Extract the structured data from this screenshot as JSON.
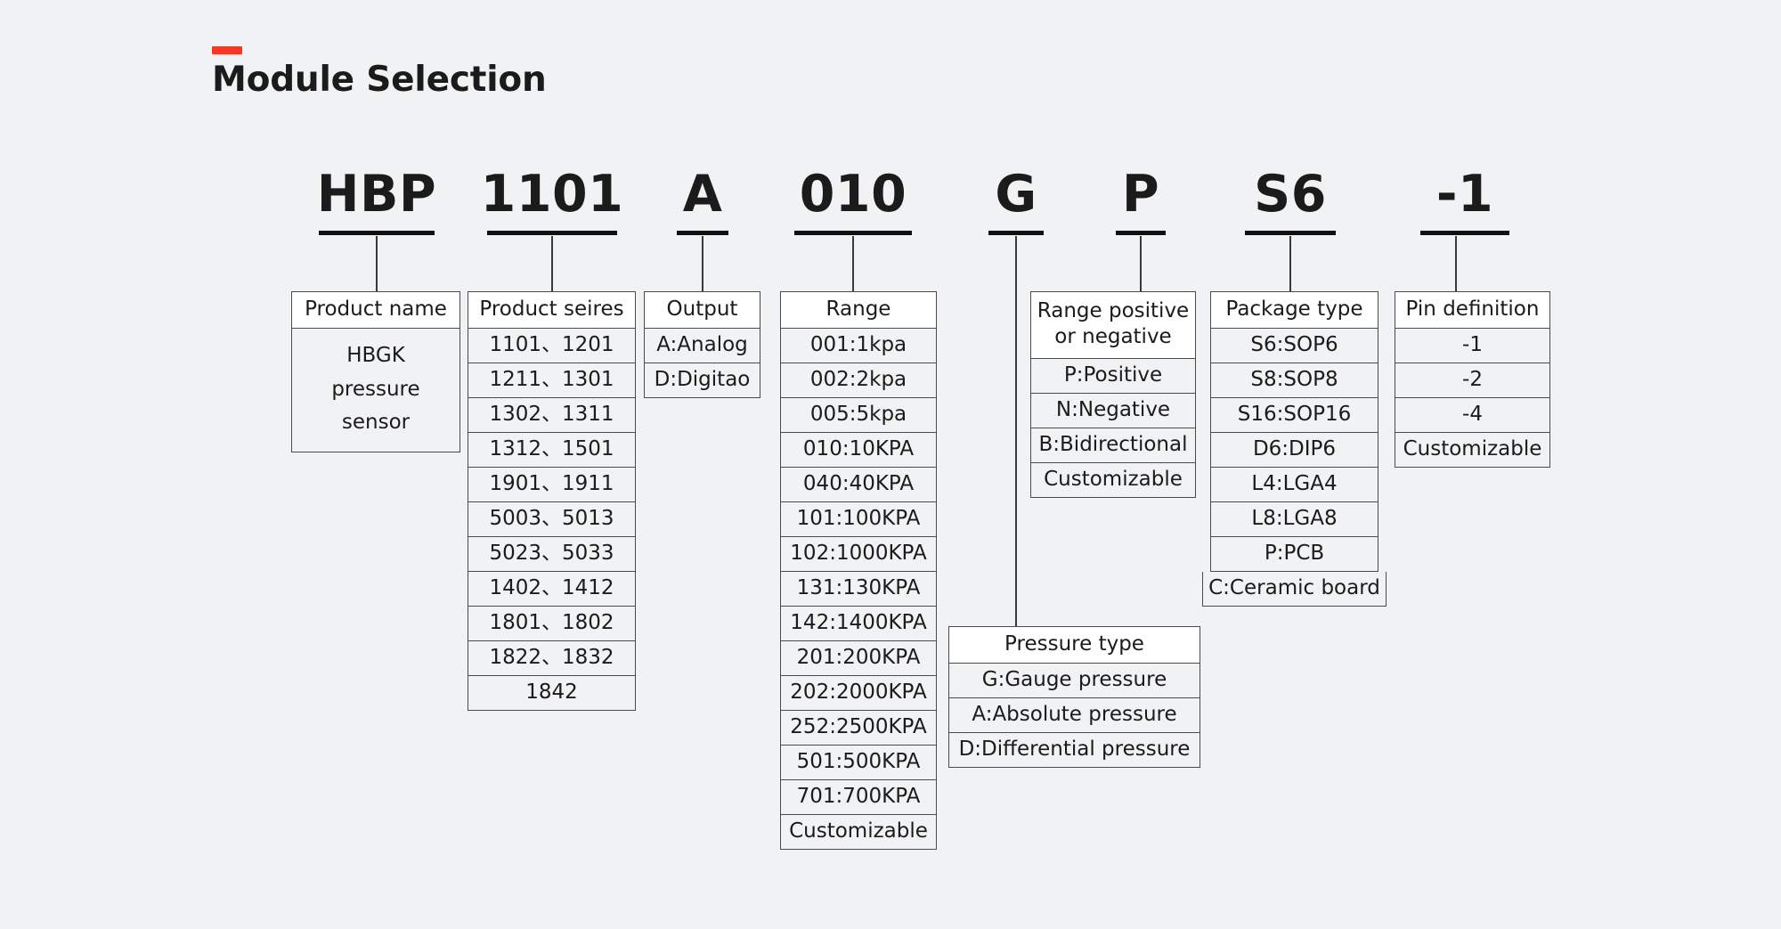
{
  "page": {
    "title": "Module Selection",
    "accent_color": "#f53823",
    "background_color": "#f1f2f4"
  },
  "part_number": {
    "segments": [
      {
        "code": "HBP",
        "name": "product-name"
      },
      {
        "code": "1101",
        "name": "product-series"
      },
      {
        "code": "A",
        "name": "output"
      },
      {
        "code": "010",
        "name": "range"
      },
      {
        "code": "G",
        "name": "pressure-type"
      },
      {
        "code": "P",
        "name": "range-polarity"
      },
      {
        "code": "S6",
        "name": "package-type"
      },
      {
        "code": "-1",
        "name": "pin-definition"
      }
    ]
  },
  "columns": {
    "product_name": {
      "header": "Product name",
      "rows": [
        "HBGK",
        "pressure",
        "sensor"
      ]
    },
    "product_series": {
      "header": "Product seires",
      "rows": [
        "1101、1201",
        "1211、1301",
        "1302、1311",
        "1312、1501",
        "1901、1911",
        "5003、5013",
        "5023、5033",
        "1402、1412",
        "1801、1802",
        "1822、1832",
        "1842"
      ]
    },
    "output": {
      "header": "Output",
      "rows": [
        "A:Analog",
        "D:Digitao"
      ]
    },
    "range": {
      "header": "Range",
      "rows": [
        "001:1kpa",
        "002:2kpa",
        "005:5kpa",
        "010:10KPA",
        "040:40KPA",
        "101:100KPA",
        "102:1000KPA",
        "131:130KPA",
        "142:1400KPA",
        "201:200KPA",
        "202:2000KPA",
        "252:2500KPA",
        "501:500KPA",
        "701:700KPA",
        "Customizable"
      ]
    },
    "pressure_type": {
      "header": "Pressure type",
      "rows": [
        "G:Gauge pressure",
        "A:Absolute pressure",
        "D:Differential pressure"
      ]
    },
    "range_polarity": {
      "header_line1": "Range positive",
      "header_line2": "or negative",
      "rows": [
        "P:Positive",
        "N:Negative",
        "B:Bidirectional",
        "Customizable"
      ]
    },
    "package_type": {
      "header": "Package type",
      "rows": [
        "S6:SOP6",
        "S8:SOP8",
        "S16:SOP16",
        "D6:DIP6",
        "L4:LGA4",
        "L8:LGA8",
        "P:PCB",
        "C:Ceramic board"
      ]
    },
    "pin_definition": {
      "header": "Pin definition",
      "rows": [
        "-1",
        "-2",
        "-4",
        "Customizable"
      ]
    }
  }
}
